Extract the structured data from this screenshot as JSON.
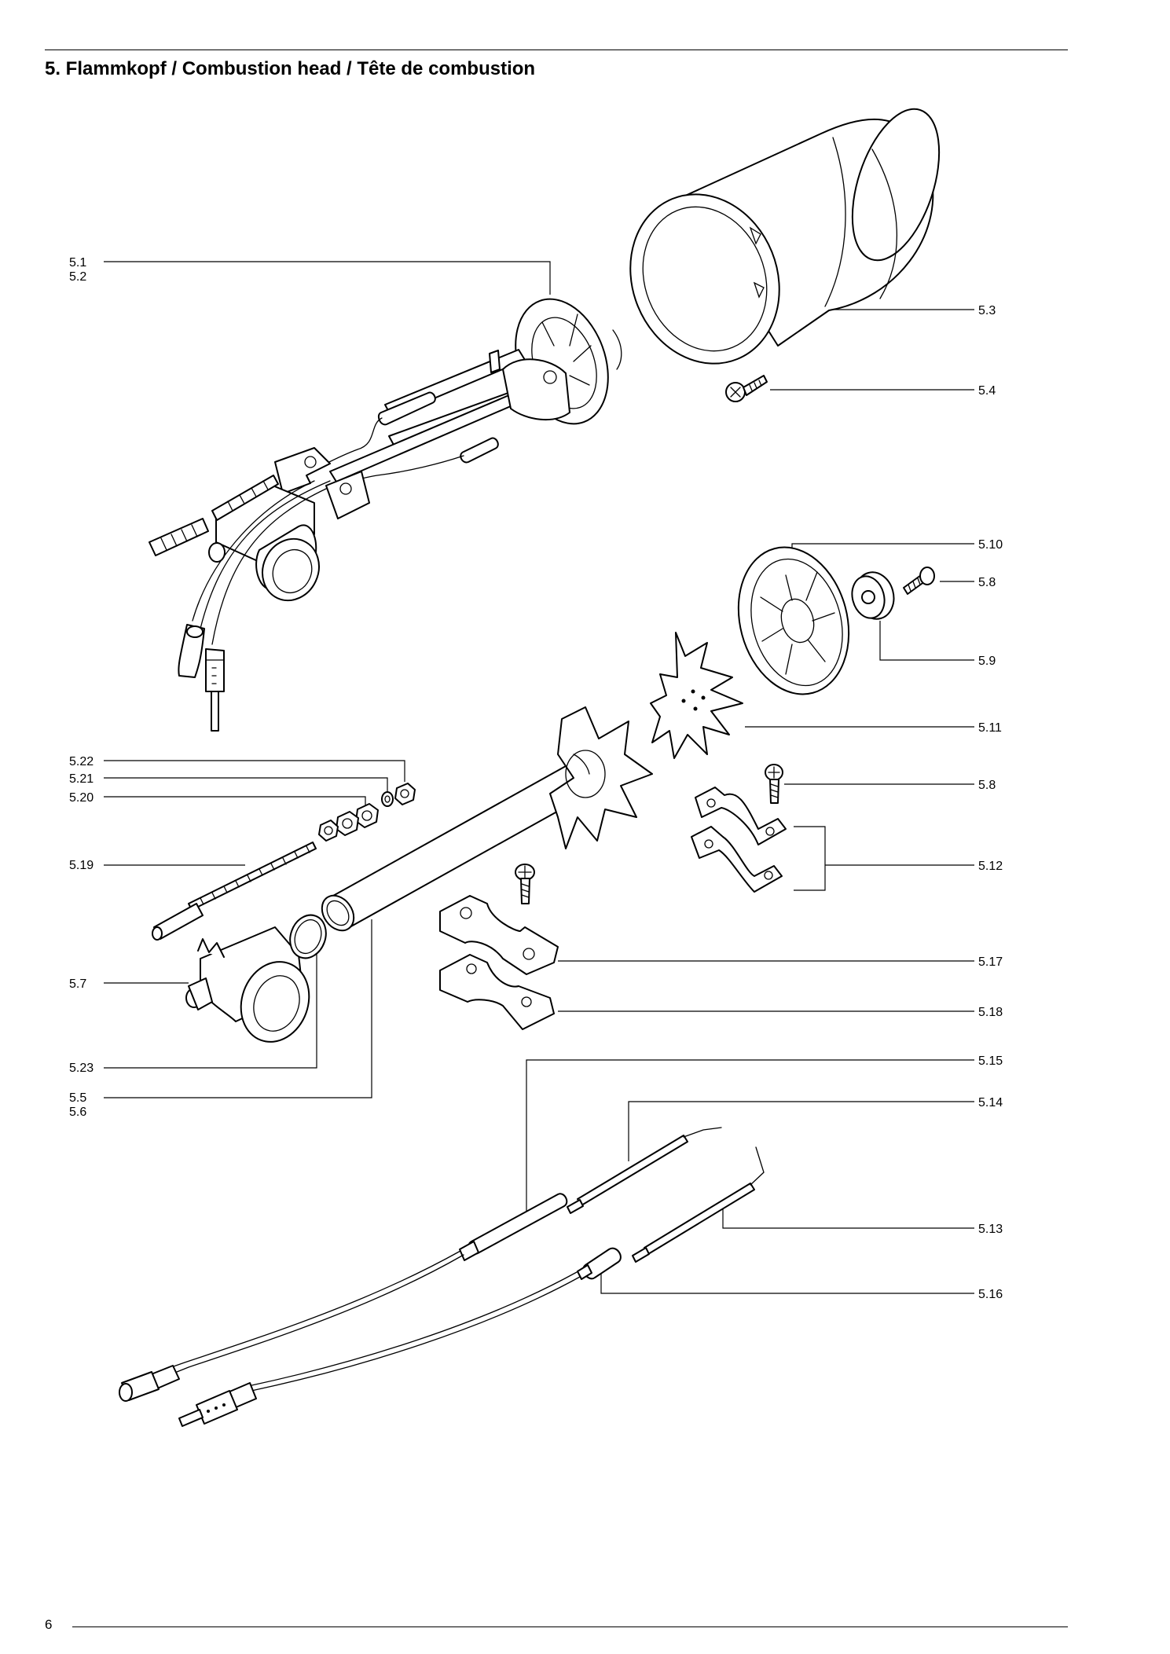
{
  "page": {
    "title": "5. Flammkopf / Combustion head / Tête de combustion",
    "page_number": "6"
  },
  "labels_left": [
    {
      "id": "5-1",
      "text": "5.1"
    },
    {
      "id": "5-2",
      "text": "5.2"
    },
    {
      "id": "5-22",
      "text": "5.22"
    },
    {
      "id": "5-21",
      "text": "5.21"
    },
    {
      "id": "5-20",
      "text": "5.20"
    },
    {
      "id": "5-19",
      "text": "5.19"
    },
    {
      "id": "5-7",
      "text": "5.7"
    },
    {
      "id": "5-23",
      "text": "5.23"
    },
    {
      "id": "5-5",
      "text": "5.5"
    },
    {
      "id": "5-6",
      "text": "5.6"
    }
  ],
  "labels_right": [
    {
      "id": "5-3",
      "text": "5.3"
    },
    {
      "id": "5-4",
      "text": "5.4"
    },
    {
      "id": "5-10",
      "text": "5.10"
    },
    {
      "id": "5-8a",
      "text": "5.8"
    },
    {
      "id": "5-9",
      "text": "5.9"
    },
    {
      "id": "5-11",
      "text": "5.11"
    },
    {
      "id": "5-8b",
      "text": "5.8"
    },
    {
      "id": "5-12",
      "text": "5.12"
    },
    {
      "id": "5-17",
      "text": "5.17"
    },
    {
      "id": "5-18",
      "text": "5.18"
    },
    {
      "id": "5-15",
      "text": "5.15"
    },
    {
      "id": "5-14",
      "text": "5.14"
    },
    {
      "id": "5-13",
      "text": "5.13"
    },
    {
      "id": "5-16",
      "text": "5.16"
    }
  ]
}
